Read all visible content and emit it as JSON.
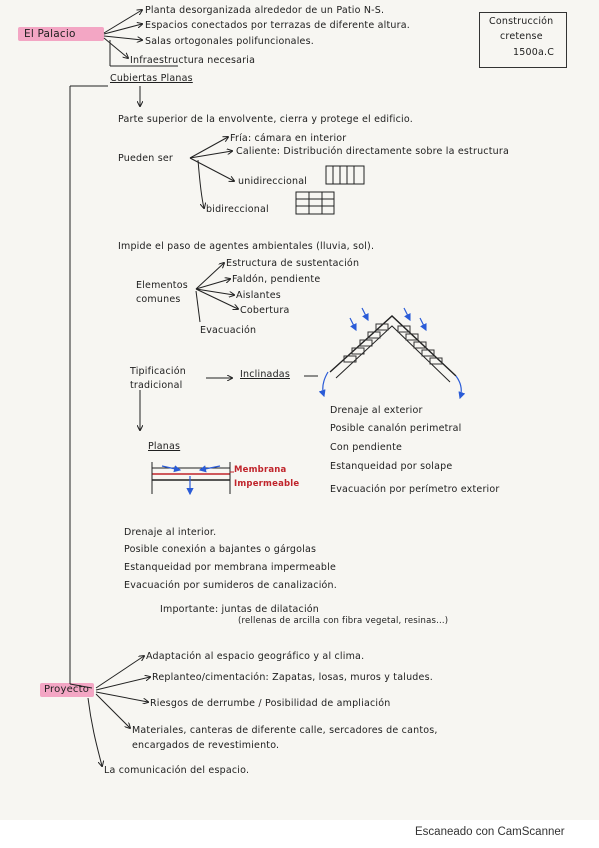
{
  "header": {
    "title": "El Palacio",
    "box_line1": "Construcción",
    "box_line2": "cretense",
    "box_line3": "1500a.C"
  },
  "palacio_items": [
    "Planta desorganizada alrededor de un Patio N-S.",
    "Espacios conectados por terrazas de diferente altura.",
    "Salas ortogonales polifuncionales.",
    "Infraestructura necesaria"
  ],
  "cubiertas": {
    "title": "Cubiertas Planas",
    "bullet1": "Parte superior de la envolvente, cierra y protege el edificio.",
    "pueden_ser": "Pueden ser",
    "fria": "Fría: cámara en interior",
    "caliente": "Caliente: Distribución directamente sobre la estructura",
    "unidireccional": "unidireccional",
    "bidireccional": "bidireccional",
    "bullet2": "Impide el paso de agentes ambientales (lluvia, sol).",
    "elementos_1": "Elementos",
    "elementos_2": "comunes",
    "elementos_items": [
      "Estructura de sustentación",
      "Faldón, pendiente",
      "Aislantes",
      "Cobertura"
    ],
    "evacuacion": "Evacuación",
    "tipificacion_1": "Tipificación",
    "tipificacion_2": "tradicional",
    "inclinadas": "Inclinadas",
    "inclinadas_items": [
      "Drenaje al exterior",
      "Posible canalón perimetral",
      "Con pendiente",
      "Estanqueidad por solape",
      "Evacuación por perímetro exterior"
    ],
    "planas": "Planas",
    "membrana_1": "Membrana",
    "membrana_2": "Impermeable",
    "planas_items": [
      "Drenaje al interior.",
      "Posible conexión a bajantes o gárgolas",
      "Estanqueidad por membrana impermeable",
      "Evacuación por sumideros de canalización."
    ],
    "importante_1": "Importante: juntas de dilatación",
    "importante_2": "(rellenas de arcilla con fibra vegetal, resinas...)"
  },
  "proyecto": {
    "title": "Proyecto",
    "items": [
      "Adaptación al espacio geográfico y al clima.",
      "Replanteo/cimentación: Zapatas, losas, muros y taludes.",
      "Riesgos de derrumbe / Posibilidad de ampliación",
      "Materiales, canteras de diferente calle, sercadores de cantos,",
      "encargados de revestimiento.",
      "La comunicación del espacio."
    ]
  },
  "footer": {
    "scanner": "Escaneado con CamScanner"
  },
  "colors": {
    "highlight": "#f3a6c4",
    "ink": "#202020",
    "red": "#c0242b",
    "blue": "#2a5bd7"
  }
}
